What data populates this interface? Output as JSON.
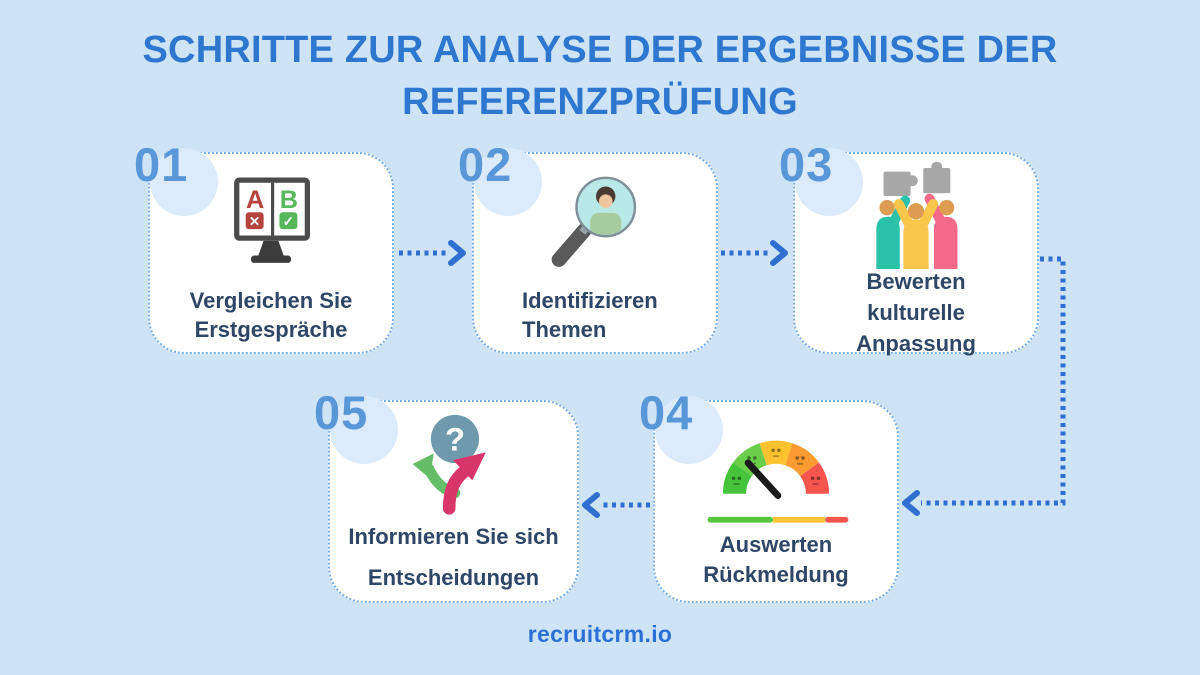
{
  "title": {
    "line1": "SCHRITTE ZUR ANALYSE DER ERGEBNISSE DER",
    "line2": "REFERENZPRÜFUNG"
  },
  "steps": [
    {
      "number": "01",
      "label_lines": [
        "Vergleichen Sie",
        "Erstgespräche"
      ],
      "icon": "ab-comparison-monitor-icon"
    },
    {
      "number": "02",
      "label_lines": [
        "Identifizieren",
        "Themen"
      ],
      "icon": "magnifier-person-icon"
    },
    {
      "number": "03",
      "label_lines": [
        "Bewerten",
        "kulturelle",
        "Anpassung"
      ],
      "icon": "team-puzzle-icon"
    },
    {
      "number": "04",
      "label_lines": [
        "Auswerten",
        "Rückmeldung"
      ],
      "icon": "satisfaction-gauge-icon"
    },
    {
      "number": "05",
      "label_lines": [
        "Informieren Sie sich",
        "Entscheidungen"
      ],
      "icon": "decision-paths-question-icon"
    }
  ],
  "connectors": [
    {
      "from": "01",
      "to": "02"
    },
    {
      "from": "02",
      "to": "03"
    },
    {
      "from": "03",
      "to": "04"
    },
    {
      "from": "04",
      "to": "05"
    }
  ],
  "footer": {
    "brand": "recruitcrm.io"
  },
  "colors": {
    "background": "#cfe3f7",
    "title_blue": "#2d77cf",
    "arrow_blue": "#2e6fd0",
    "card_border_blue": "#78aee6",
    "step_number_blue": "#5897d8",
    "label_navy": "#2f4766",
    "brand_blue": "#2b70d4",
    "gauge_green": "#45c33a",
    "gauge_yellow": "#ffc331",
    "gauge_red": "#f6554e",
    "people_teal": "#2ac3a9",
    "people_yellow": "#f8c64b",
    "people_pink": "#f4688a"
  }
}
